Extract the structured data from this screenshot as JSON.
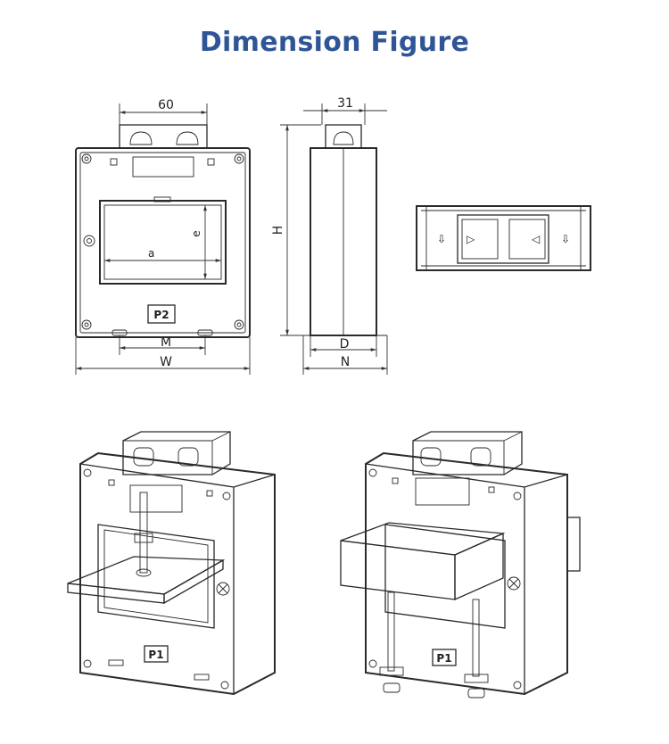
{
  "title": "Dimension Figure",
  "front_view": {
    "width_top": "60",
    "label_a": "a",
    "label_e": "e",
    "label_m": "M",
    "label_w": "W",
    "terminal_tag": "P2"
  },
  "side_view": {
    "depth_top": "31",
    "label_h": "H",
    "label_d": "D",
    "label_n": "N"
  },
  "iso_left": {
    "terminal_tag": "P1"
  },
  "iso_right": {
    "terminal_tag": "P1"
  },
  "colors": {
    "title": "#2f5596",
    "line": "#2a2a2a"
  }
}
